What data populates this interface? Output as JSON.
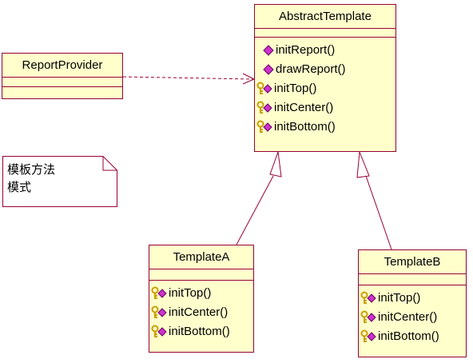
{
  "colors": {
    "border": "#990033",
    "fill": "#ffffcc",
    "method_public": "#cc33cc",
    "method_protected_key": "#c8a000",
    "line": "#990033"
  },
  "classes": {
    "abstract_template": {
      "name": "AbstractTemplate",
      "operations": [
        {
          "label": "initReport()",
          "visibility": "public"
        },
        {
          "label": "drawReport()",
          "visibility": "public"
        },
        {
          "label": "initTop()",
          "visibility": "protected"
        },
        {
          "label": "initCenter()",
          "visibility": "protected"
        },
        {
          "label": "initBottom()",
          "visibility": "protected"
        }
      ]
    },
    "report_provider": {
      "name": "ReportProvider",
      "operations": []
    },
    "template_a": {
      "name": "TemplateA",
      "operations": [
        {
          "label": "initTop()",
          "visibility": "protected"
        },
        {
          "label": "initCenter()",
          "visibility": "protected"
        },
        {
          "label": "initBottom()",
          "visibility": "protected"
        }
      ]
    },
    "template_b": {
      "name": "TemplateB",
      "operations": [
        {
          "label": "initTop()",
          "visibility": "protected"
        },
        {
          "label": "initCenter()",
          "visibility": "protected"
        },
        {
          "label": "initBottom()",
          "visibility": "protected"
        }
      ]
    }
  },
  "note": {
    "lines": [
      "模板方法",
      "模式"
    ]
  },
  "relations": [
    {
      "from": "report_provider",
      "to": "abstract_template",
      "kind": "dependency"
    },
    {
      "from": "template_a",
      "to": "abstract_template",
      "kind": "generalization"
    },
    {
      "from": "template_b",
      "to": "abstract_template",
      "kind": "generalization"
    }
  ]
}
